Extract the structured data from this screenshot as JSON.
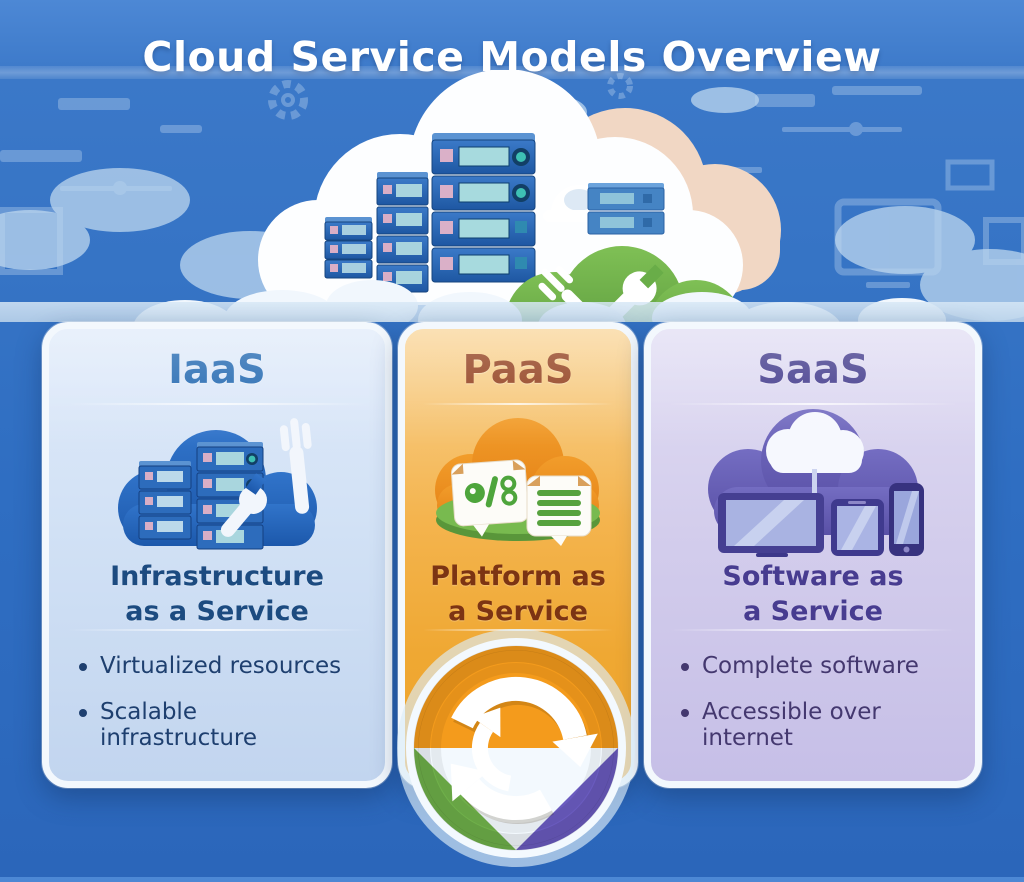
{
  "title": "Cloud Service Models Overview",
  "hero": {
    "alt": "cloud infrastructure illustration",
    "icons": [
      "cloud-icon",
      "server-rack-icon",
      "hard-hat-icon",
      "wrench-screwdriver-icon",
      "gear-icon",
      "monitor-outline-icon"
    ]
  },
  "cards": [
    {
      "id": "iaas",
      "heading": "IaaS",
      "subtitle_line1": "Infrastructure",
      "subtitle_line2": "as a Service",
      "icon": "cloud-servers-wrench-icon",
      "bullets": [
        "Virtualized resources",
        "Scalable infrastructure"
      ],
      "colors": {
        "background": "#cfe0f4",
        "heading": "#1a63ae",
        "text": "#1e3f6f"
      }
    },
    {
      "id": "paas",
      "heading": "PaaS",
      "subtitle_line1": "Platform as",
      "subtitle_line2": "a Service",
      "icon": "cloud-platform-code-docs-icon",
      "bullets": [],
      "colors": {
        "background": "#f2ab3c",
        "heading": "#8f3a17",
        "text": "#7c3413"
      }
    },
    {
      "id": "saas",
      "heading": "SaaS",
      "subtitle_line1": "Software as",
      "subtitle_line2": "a Service",
      "icon": "cloud-devices-icon",
      "bullets": [
        "Complete software",
        "Accessible over internet"
      ],
      "colors": {
        "background": "#ccc5e9",
        "heading": "#3c3488",
        "text": "#44386f"
      }
    }
  ],
  "cycle_badge": {
    "icon": "cycle-arrows-icon",
    "colors": {
      "top": "#f49b1c",
      "bottom_left": "#6fb04a",
      "bottom_right": "#6a5bbf",
      "arrows": "#ffffff"
    }
  }
}
